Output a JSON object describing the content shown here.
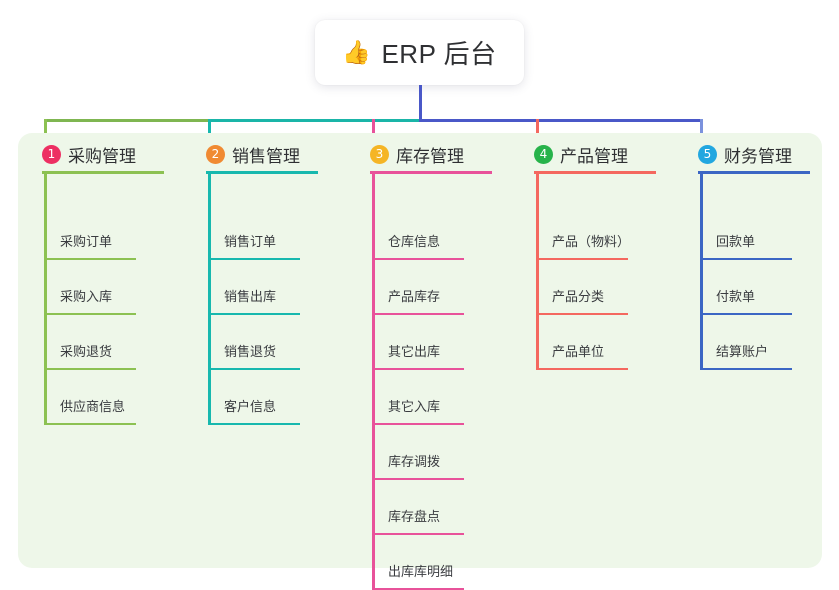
{
  "root": {
    "icon": "thumbs-up-icon",
    "icon_glyph": "👍",
    "title": "ERP 后台"
  },
  "palette": {
    "panel_bg": "#eef7e9",
    "page_bg": "#ffffff",
    "root_stem": "#4a58c8",
    "bus_left_green": "#7fb651",
    "bus_mid_teal": "#1ab5a8",
    "bus_right_indigo": "#4a58c8"
  },
  "columns": [
    {
      "index": "1",
      "title": "采购管理",
      "badge_color": "#ed2f62",
      "rule_color": "#8cc152",
      "drop_color": "#8cc152",
      "items": [
        "采购订单",
        "采购入库",
        "采购退货",
        "供应商信息"
      ]
    },
    {
      "index": "2",
      "title": "销售管理",
      "badge_color": "#f08a32",
      "rule_color": "#17b8ae",
      "drop_color": "#17b8ae",
      "items": [
        "销售订单",
        "销售出库",
        "销售退货",
        "客户信息"
      ]
    },
    {
      "index": "3",
      "title": "库存管理",
      "badge_color": "#f5b525",
      "rule_color": "#e8529a",
      "drop_color": "#e8529a",
      "items": [
        "仓库信息",
        "产品库存",
        "其它出库",
        "其它入库",
        "库存调拨",
        "库存盘点",
        "出库库明细"
      ]
    },
    {
      "index": "4",
      "title": "产品管理",
      "badge_color": "#27b34a",
      "rule_color": "#f4685f",
      "drop_color": "#f4685f",
      "items": [
        "产品（物料）",
        "产品分类",
        "产品单位"
      ]
    },
    {
      "index": "5",
      "title": "财务管理",
      "badge_color": "#22a7e0",
      "rule_color": "#3b66c4",
      "drop_color": "#7b92dd",
      "items": [
        "回款单",
        "付款单",
        "结算账户"
      ]
    }
  ]
}
